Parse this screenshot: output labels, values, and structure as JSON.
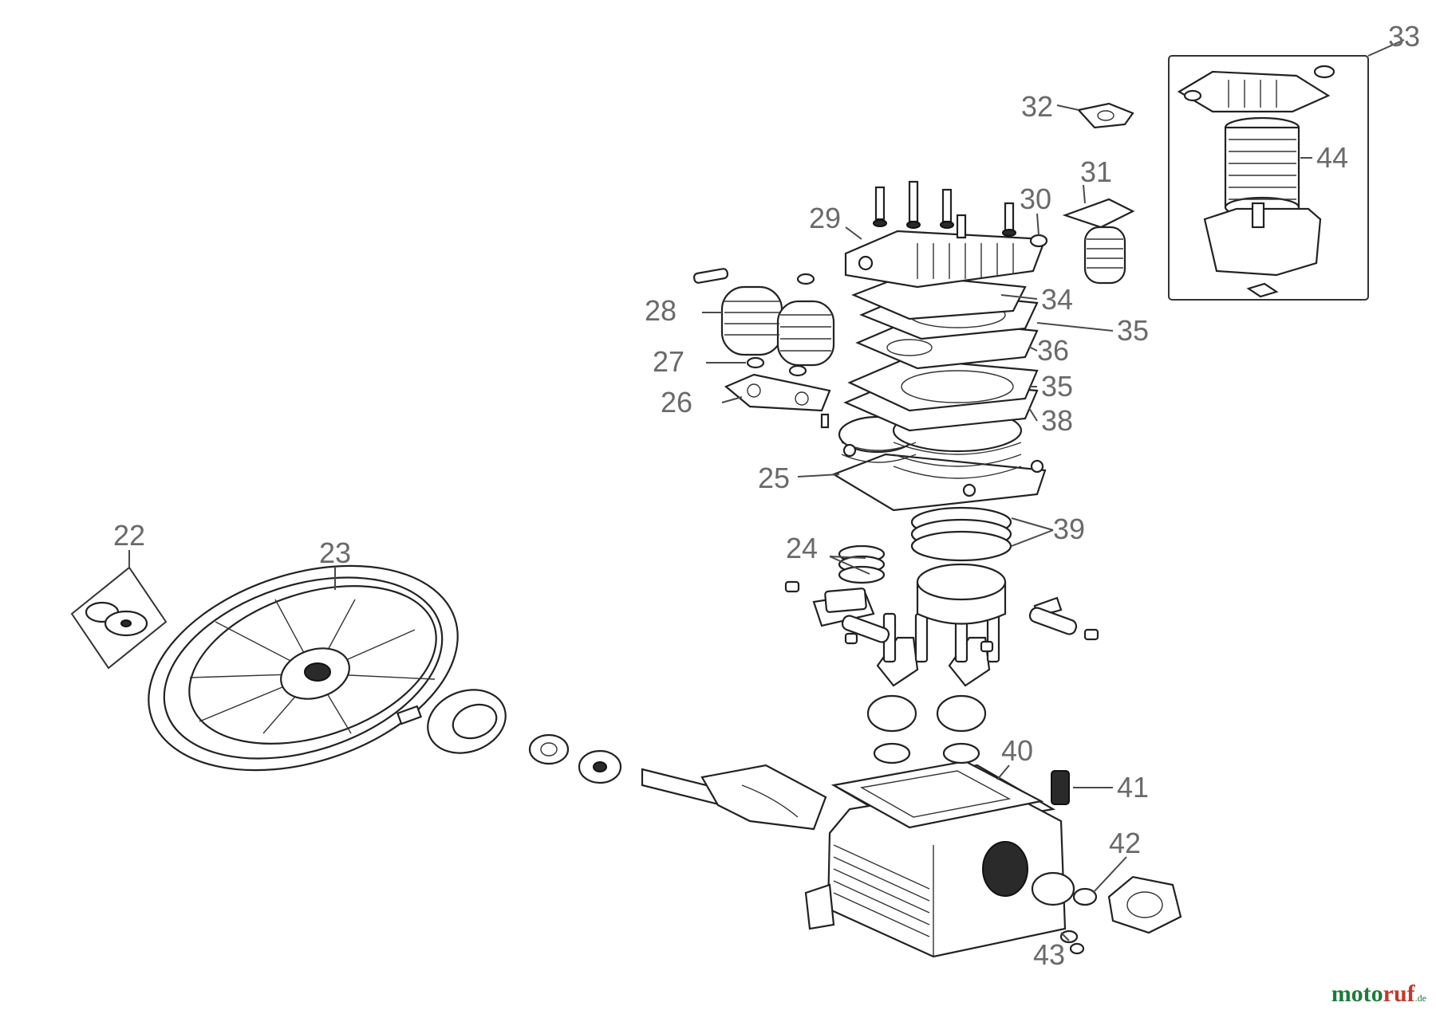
{
  "callouts": [
    {
      "id": "22",
      "text": "22"
    },
    {
      "id": "23",
      "text": "23"
    },
    {
      "id": "24",
      "text": "24"
    },
    {
      "id": "25",
      "text": "25"
    },
    {
      "id": "26",
      "text": "26"
    },
    {
      "id": "27",
      "text": "27"
    },
    {
      "id": "28",
      "text": "28"
    },
    {
      "id": "29",
      "text": "29"
    },
    {
      "id": "30",
      "text": "30"
    },
    {
      "id": "31",
      "text": "31"
    },
    {
      "id": "32",
      "text": "32"
    },
    {
      "id": "33",
      "text": "33"
    },
    {
      "id": "34",
      "text": "34"
    },
    {
      "id": "35a",
      "text": "35"
    },
    {
      "id": "35b",
      "text": "35"
    },
    {
      "id": "36",
      "text": "36"
    },
    {
      "id": "38",
      "text": "38"
    },
    {
      "id": "39",
      "text": "39"
    },
    {
      "id": "40",
      "text": "40"
    },
    {
      "id": "41",
      "text": "41"
    },
    {
      "id": "42",
      "text": "42"
    },
    {
      "id": "43",
      "text": "43"
    },
    {
      "id": "44",
      "text": "44"
    }
  ],
  "watermark": {
    "part1": "moto",
    "part2": "ruf",
    "suffix": ".de"
  },
  "colors": {
    "callout_text": "#6a6a6a",
    "line": "#222222",
    "watermark_green": "#1f7a3a",
    "watermark_red": "#c0392b"
  }
}
